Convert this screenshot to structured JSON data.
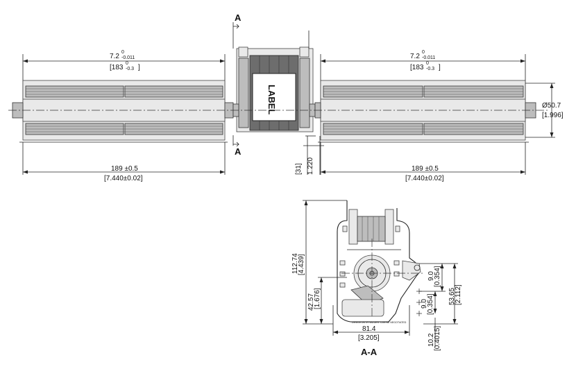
{
  "section_marks": {
    "top": "A",
    "bottom": "A"
  },
  "left_fan": {
    "length_mm": "189 ±0.5",
    "length_in": "[7.440±0.02]",
    "top_dim_main": "7.2",
    "top_dim_tol_up": "0",
    "top_dim_tol_dn": "-0.011",
    "top_dim_alt": "[183",
    "top_dim_alt_tol_up": "0",
    "top_dim_alt_tol_dn": "-0.3",
    "top_dim_alt_close": "]"
  },
  "right_fan": {
    "length_mm": "189 ±0.5",
    "length_in": "[7.440±0.02]",
    "top_dim_main": "7.2",
    "top_dim_tol_up": "0",
    "top_dim_tol_dn": "-0.011",
    "top_dim_alt": "[183",
    "top_dim_alt_tol_up": "0",
    "top_dim_alt_tol_dn": "-0.3",
    "top_dim_alt_close": "]",
    "diameter_mm": "Ø50.7",
    "diameter_in": "[1.996]"
  },
  "motor": {
    "label": "LABEL"
  },
  "offset": {
    "mm": "[31]",
    "in": "1.220"
  },
  "section_view": {
    "title": "A-A",
    "height_mm": "112.74",
    "height_in": "[4.439]",
    "offset_mm": "42.57",
    "offset_in": "[1.676]",
    "width_mm": "81.4",
    "width_in": "[3.205]",
    "hole_sp1_mm": "9.0",
    "hole_sp1_in": "[0.354]",
    "hole_sp2_mm": "9.0",
    "hole_sp2_in": "[0.354]",
    "side_mm": "53.65",
    "side_in": "[2.112]",
    "bottom_mm": "10.2",
    "bottom_in": "[0.4015]",
    "footer_text": "DESIGN WITH VALUES. CAN BE NEGOTIATED"
  }
}
